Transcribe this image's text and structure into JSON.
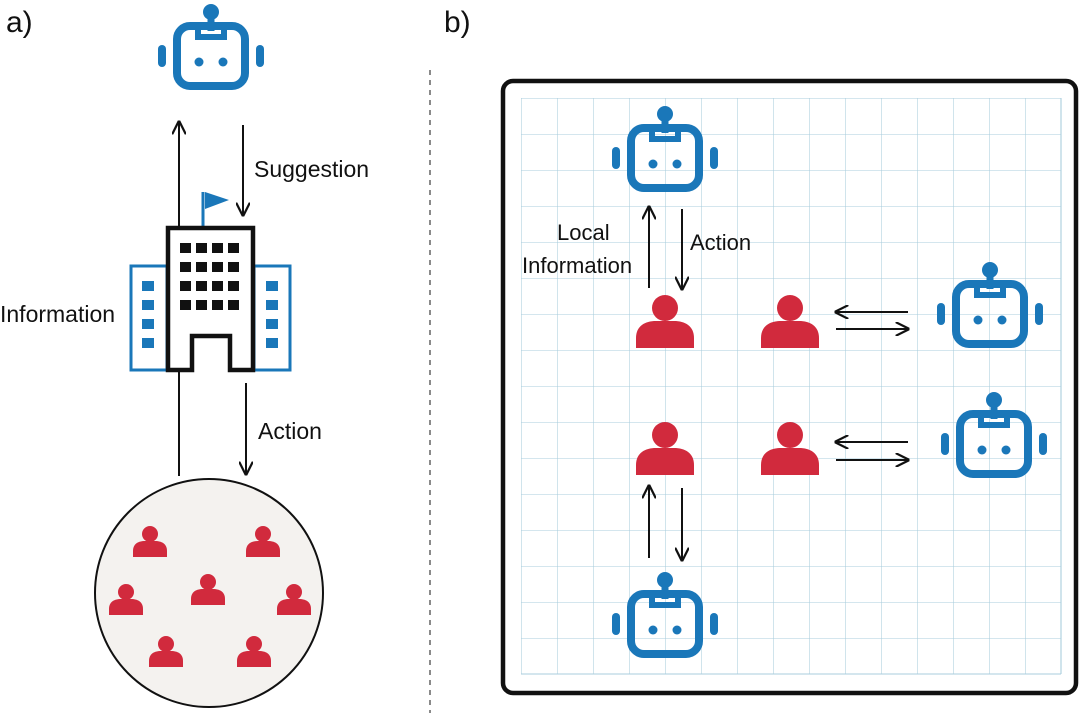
{
  "panel_a": {
    "label": "a)",
    "information_label": "Information",
    "suggestion_label": "Suggestion",
    "action_label": "Action"
  },
  "panel_b": {
    "label": "b)",
    "local_label_line1": "Local",
    "local_label_line2": "Information",
    "action_label": "Action"
  },
  "colors": {
    "robot": "#1a77b9",
    "person": "#d12a3d",
    "grid": "#a9cddd",
    "building": "#111111",
    "crowd_fill": "#f4f2ef"
  }
}
